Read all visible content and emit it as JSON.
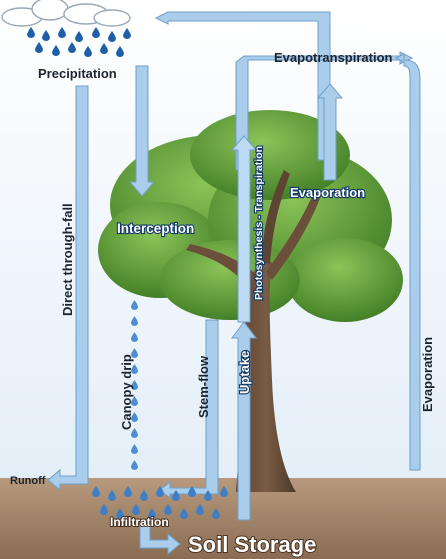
{
  "diagram": {
    "labels": {
      "precipitation": "Precipitation",
      "evapotranspiration": "Evapotranspiration",
      "direct_through_fall": "Direct through-fall",
      "interception": "Interception",
      "photosynthesis_transpiration": "Photosynthesis - Transpiration",
      "evaporation_canopy": "Evaporation",
      "canopy_drip": "Canopy drip",
      "stem_flow": "Stem-flow",
      "uptake": "Uptake",
      "evaporation_ground": "Evaporation",
      "runoff": "Runoff",
      "infiltration": "Infiltration",
      "soil_storage": "Soil Storage"
    },
    "colors": {
      "sky": "#ffffff",
      "arrow": "#a9cdea",
      "arrow_edge": "#6f9fc9",
      "canopy": "#4b8a2d",
      "canopy_light": "#73ad43",
      "trunk": "#6b4f3a",
      "soil": "#a4856a",
      "rain": "#1f5fa8"
    }
  }
}
